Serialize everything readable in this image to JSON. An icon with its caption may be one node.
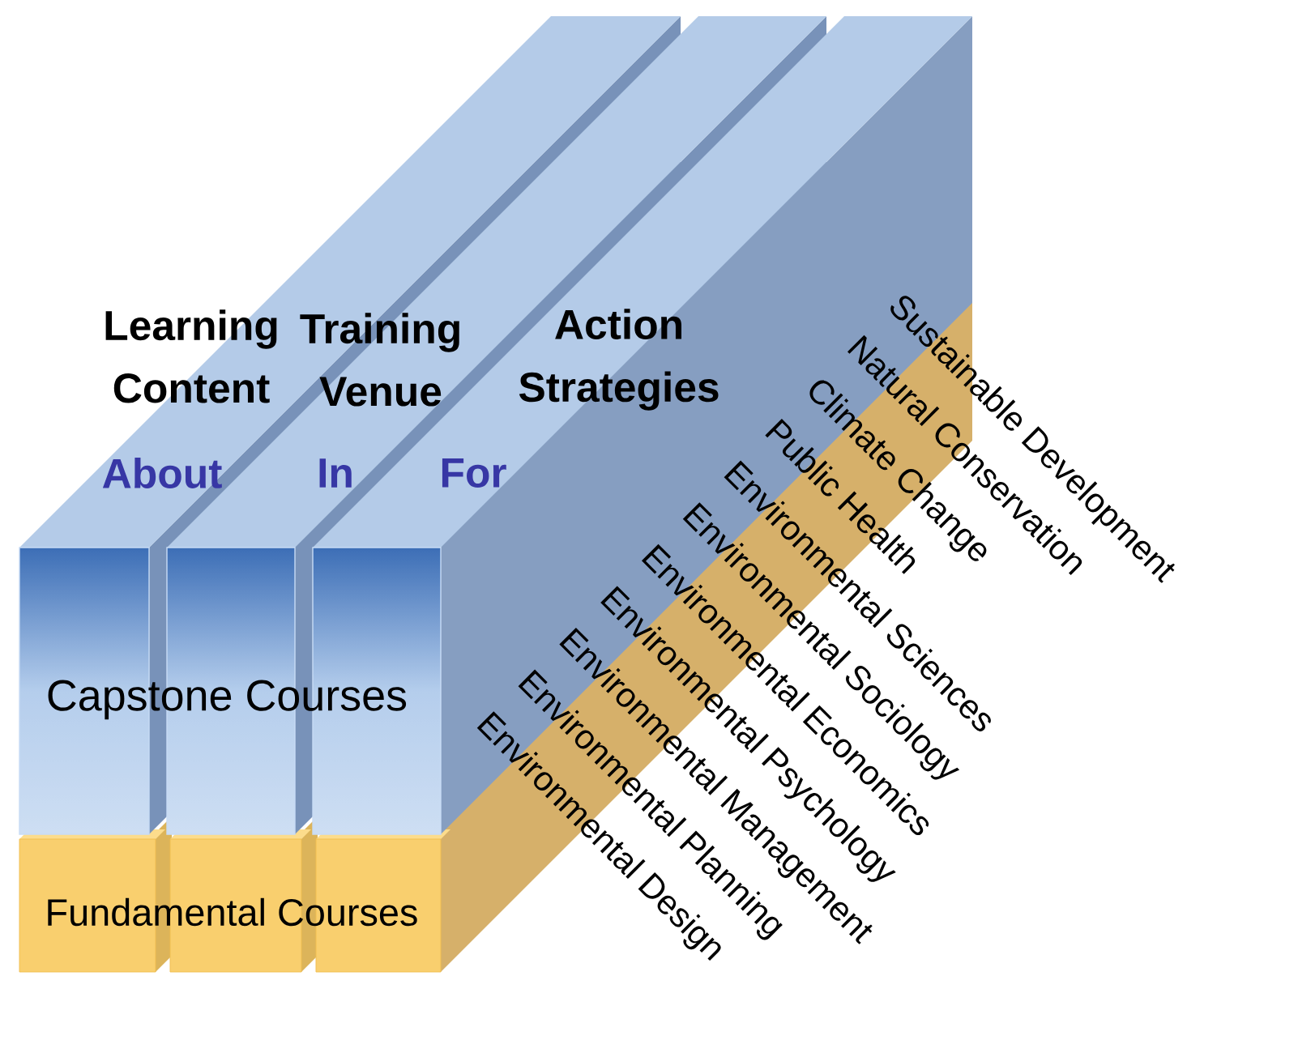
{
  "diagram": {
    "nodes": [
      {
        "text": [
          "Capstone Courses"
        ]
      },
      {
        "text": [
          "Fundamental Courses"
        ]
      }
    ],
    "labels": [
      "Learning Content",
      "Training Venue",
      "Action Strategies",
      "About",
      "In",
      "For",
      "Sustainable Development",
      "Natural Conservation",
      "Climate Change",
      "Public Health",
      "Environmental Sciences",
      "Environmental Sociology",
      "Environmental Economics",
      "Environmental Psychology",
      "Environmental Management",
      "Environmental Planning",
      "Environmental Design"
    ]
  }
}
